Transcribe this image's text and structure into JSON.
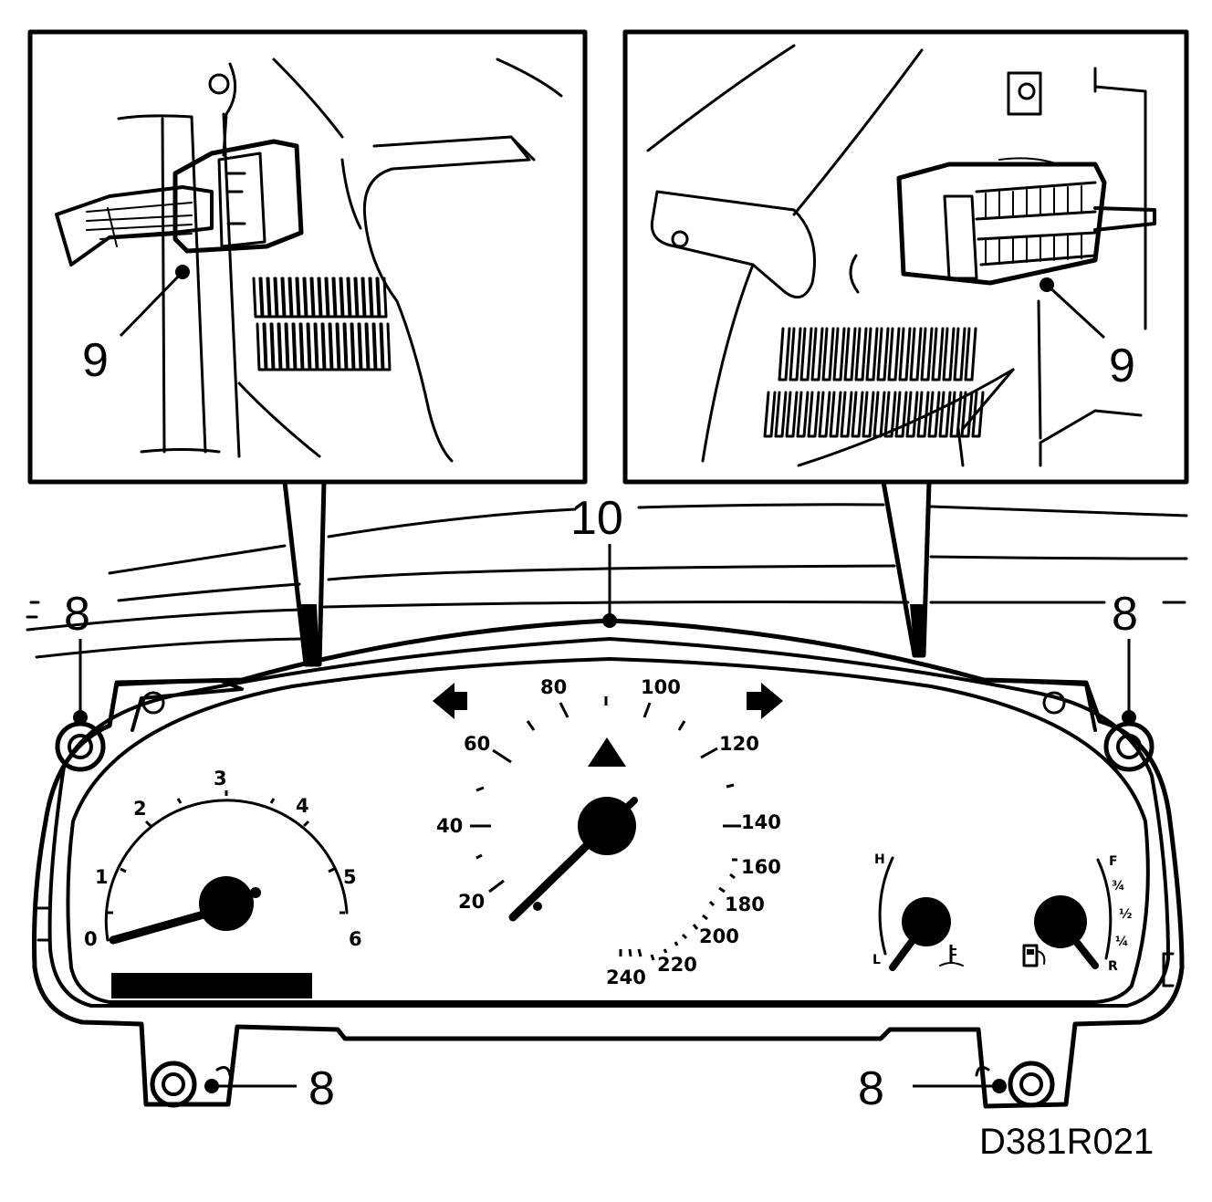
{
  "callouts": {
    "left_inset_connector": "9",
    "right_inset_connector": "9",
    "cluster_top": "10",
    "screw_top_left": "8",
    "screw_top_right": "8",
    "screw_bottom_left": "8",
    "screw_bottom_right": "8"
  },
  "figure_code": "D381R021",
  "tachometer": {
    "labels": [
      "0",
      "1",
      "2",
      "3",
      "4",
      "5",
      "6"
    ]
  },
  "speedometer": {
    "labels": [
      "20",
      "40",
      "60",
      "80",
      "100",
      "120",
      "140",
      "160",
      "180",
      "200",
      "220",
      "240"
    ]
  },
  "temperature_gauge": {
    "high": "H",
    "low": "L"
  },
  "fuel_gauge": {
    "full": "F",
    "three_quarter": "¾",
    "half": "½",
    "quarter": "¼",
    "reserve": "R"
  },
  "icons": [
    "turn-left-arrow-icon",
    "turn-right-arrow-icon",
    "hazard-triangle-icon",
    "coolant-temperature-icon",
    "fuel-pump-icon"
  ]
}
